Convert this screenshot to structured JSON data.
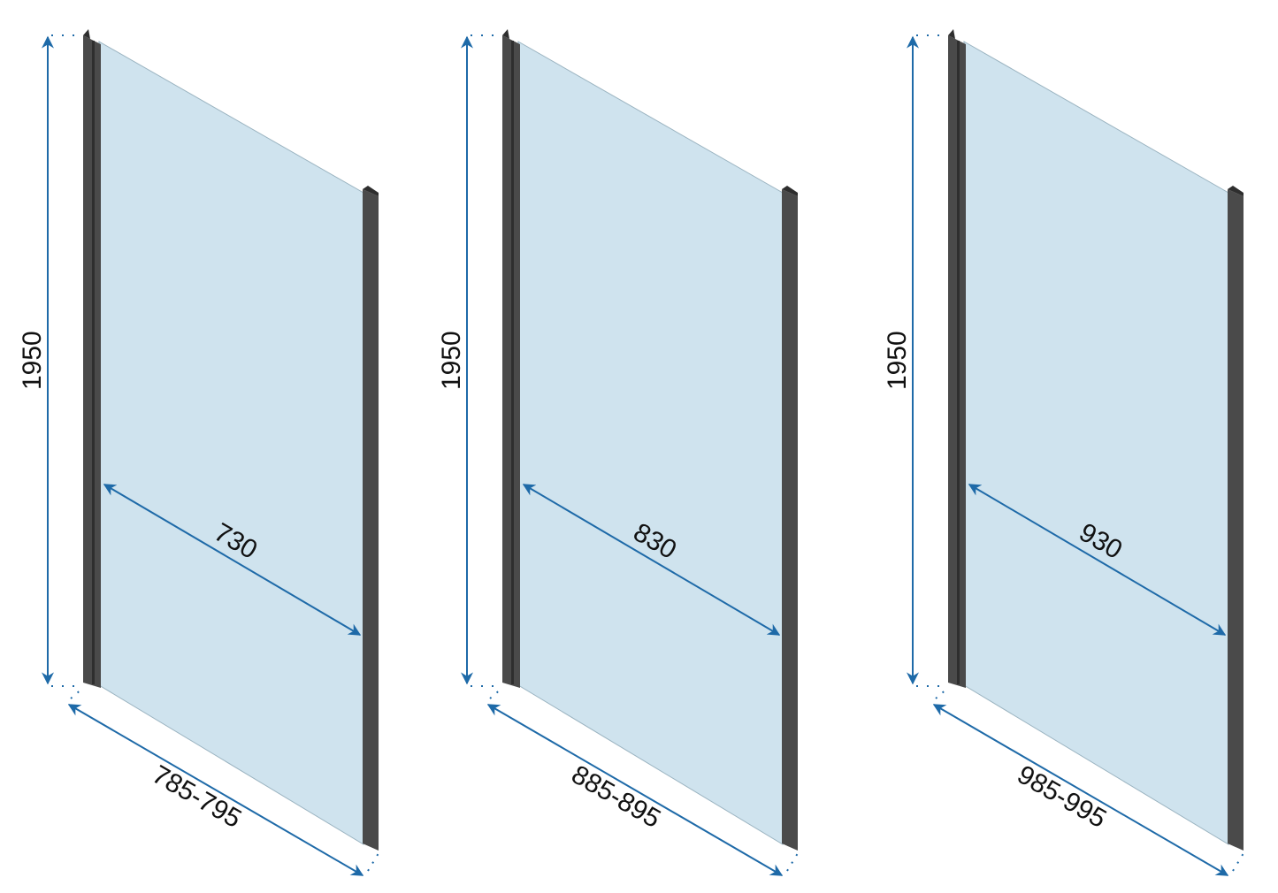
{
  "colors": {
    "glass": "#cfe3ee",
    "glass_edge": "#9ab3c0",
    "frame": "#4a4a4a",
    "frame_dark": "#2e2e2e",
    "arrow": "#1e6aa8",
    "text": "#111111"
  },
  "panels": [
    {
      "id": "panel-1",
      "height_label": "1950",
      "glass_width_label": "730",
      "total_width_label": "785-795"
    },
    {
      "id": "panel-2",
      "height_label": "1950",
      "glass_width_label": "830",
      "total_width_label": "885-895"
    },
    {
      "id": "panel-3",
      "height_label": "1950",
      "glass_width_label": "930",
      "total_width_label": "985-995"
    }
  ]
}
